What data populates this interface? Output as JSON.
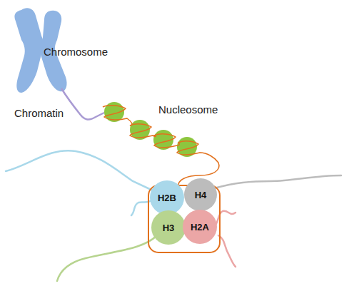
{
  "diagram": {
    "nodes": [
      {
        "text": [
          "H2B"
        ]
      },
      {
        "text": [
          "H4"
        ]
      },
      {
        "text": [
          "H3"
        ]
      },
      {
        "text": [
          "H2A"
        ]
      }
    ],
    "labels": [
      "Chromosome",
      "Chromatin",
      "Nucleosome"
    ]
  }
}
